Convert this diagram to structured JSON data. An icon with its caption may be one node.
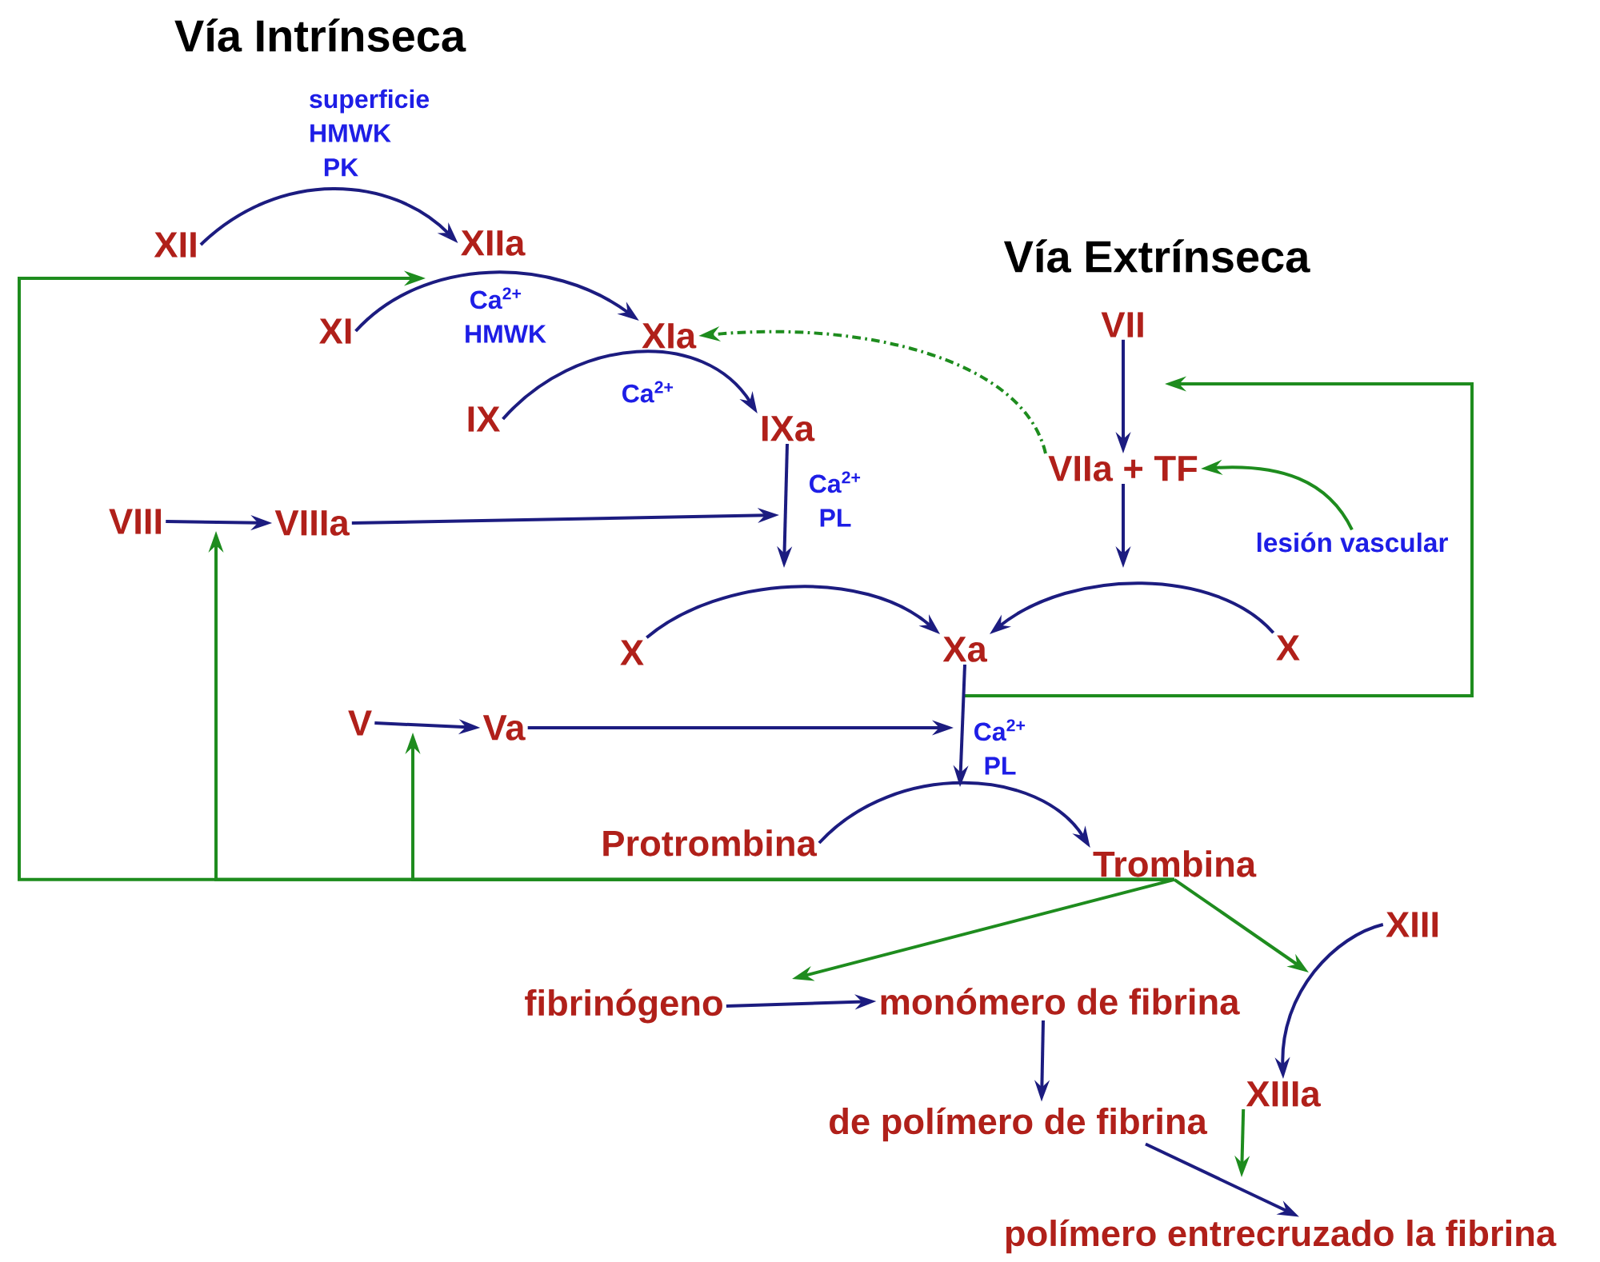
{
  "diagram": {
    "nodes": [
      {
        "text": [
          "XII"
        ]
      },
      {
        "text": [
          "XIIa"
        ]
      },
      {
        "text": [
          "XI"
        ]
      },
      {
        "text": [
          "XIa"
        ]
      },
      {
        "text": [
          "IX"
        ]
      },
      {
        "text": [
          "IXa"
        ]
      },
      {
        "text": [
          "VIII"
        ]
      },
      {
        "text": [
          "VIIIa"
        ]
      },
      {
        "text": [
          "V"
        ]
      },
      {
        "text": [
          "Va"
        ]
      },
      {
        "text": [
          "X"
        ]
      },
      {
        "text": [
          "Xa"
        ]
      },
      {
        "text": [
          "X"
        ]
      },
      {
        "text": [
          "VII"
        ]
      },
      {
        "text": [
          "VIIa + TF"
        ]
      },
      {
        "text": [
          "lesión vascular"
        ]
      },
      {
        "text": [
          "Protrombina"
        ]
      },
      {
        "text": [
          "Trombina"
        ]
      },
      {
        "text": [
          "fibrinógeno"
        ]
      },
      {
        "text": [
          "monómero de fibrina"
        ]
      },
      {
        "text": [
          "XIII"
        ]
      },
      {
        "text": [
          "XIIIa"
        ]
      },
      {
        "text": [
          "de polímero de fibrina"
        ]
      },
      {
        "text": [
          "polímero entrecruzado la fibrina"
        ]
      }
    ],
    "edges": [
      {
        "from": 0,
        "to": 1,
        "arrow": "to",
        "label": "superficie HMWK PK"
      },
      {
        "from": 2,
        "to": 3,
        "arrow": "to",
        "label": "Ca$^{2+}$ HMWK"
      },
      {
        "from": 4,
        "to": 5,
        "arrow": "to",
        "label": "Ca$^{2+}$"
      },
      {
        "from": 5,
        "to": null,
        "arrow": "to",
        "label": "Ca$^{2+}$ PL"
      },
      {
        "from": 6,
        "to": 7,
        "arrow": "to"
      },
      {
        "from": 7,
        "to": null,
        "arrow": "to"
      },
      {
        "from": 10,
        "to": 11,
        "arrow": "to"
      },
      {
        "from": 12,
        "to": 11,
        "arrow": "to"
      },
      {
        "from": 13,
        "to": 14,
        "arrow": "to"
      },
      {
        "from": 14,
        "to": null,
        "arrow": "to"
      },
      {
        "from": 15,
        "to": 14,
        "arrow": "to",
        "color": "#1e8c1e"
      },
      {
        "from": 14,
        "to": 3,
        "arrow": "to",
        "style": "dashed",
        "color": "#1e8c1e"
      },
      {
        "from": 11,
        "to": null,
        "arrow": "to",
        "color": "#1e8c1e"
      },
      {
        "from": 11,
        "to": null,
        "arrow": "to",
        "label": "Ca$^{2+}$ PL"
      },
      {
        "from": 8,
        "to": 9,
        "arrow": "to"
      },
      {
        "from": 9,
        "to": null,
        "arrow": "to"
      },
      {
        "from": 16,
        "to": 17,
        "arrow": "to"
      },
      {
        "from": 17,
        "to": null,
        "arrow": "to",
        "color": "#1e8c1e"
      },
      {
        "from": 17,
        "to": null,
        "arrow": "to",
        "color": "#1e8c1e"
      },
      {
        "from": 17,
        "to": null,
        "arrow": "to",
        "color": "#1e8c1e"
      },
      {
        "from": 17,
        "to": null,
        "arrow": "to",
        "color": "#1e8c1e"
      },
      {
        "from": 17,
        "to": null,
        "arrow": "to",
        "color": "#1e8c1e"
      },
      {
        "from": 18,
        "to": 19,
        "arrow": "to"
      },
      {
        "from": 20,
        "to": 21,
        "arrow": "to"
      },
      {
        "from": 19,
        "to": 22,
        "arrow": "to"
      },
      {
        "from": 22,
        "to": 23,
        "arrow": "to"
      },
      {
        "from": 21,
        "to": null,
        "arrow": "to",
        "color": "#1e8c1e"
      }
    ],
    "labels": [
      "Vía Intrínseca",
      "Vía Extrínseca"
    ]
  }
}
